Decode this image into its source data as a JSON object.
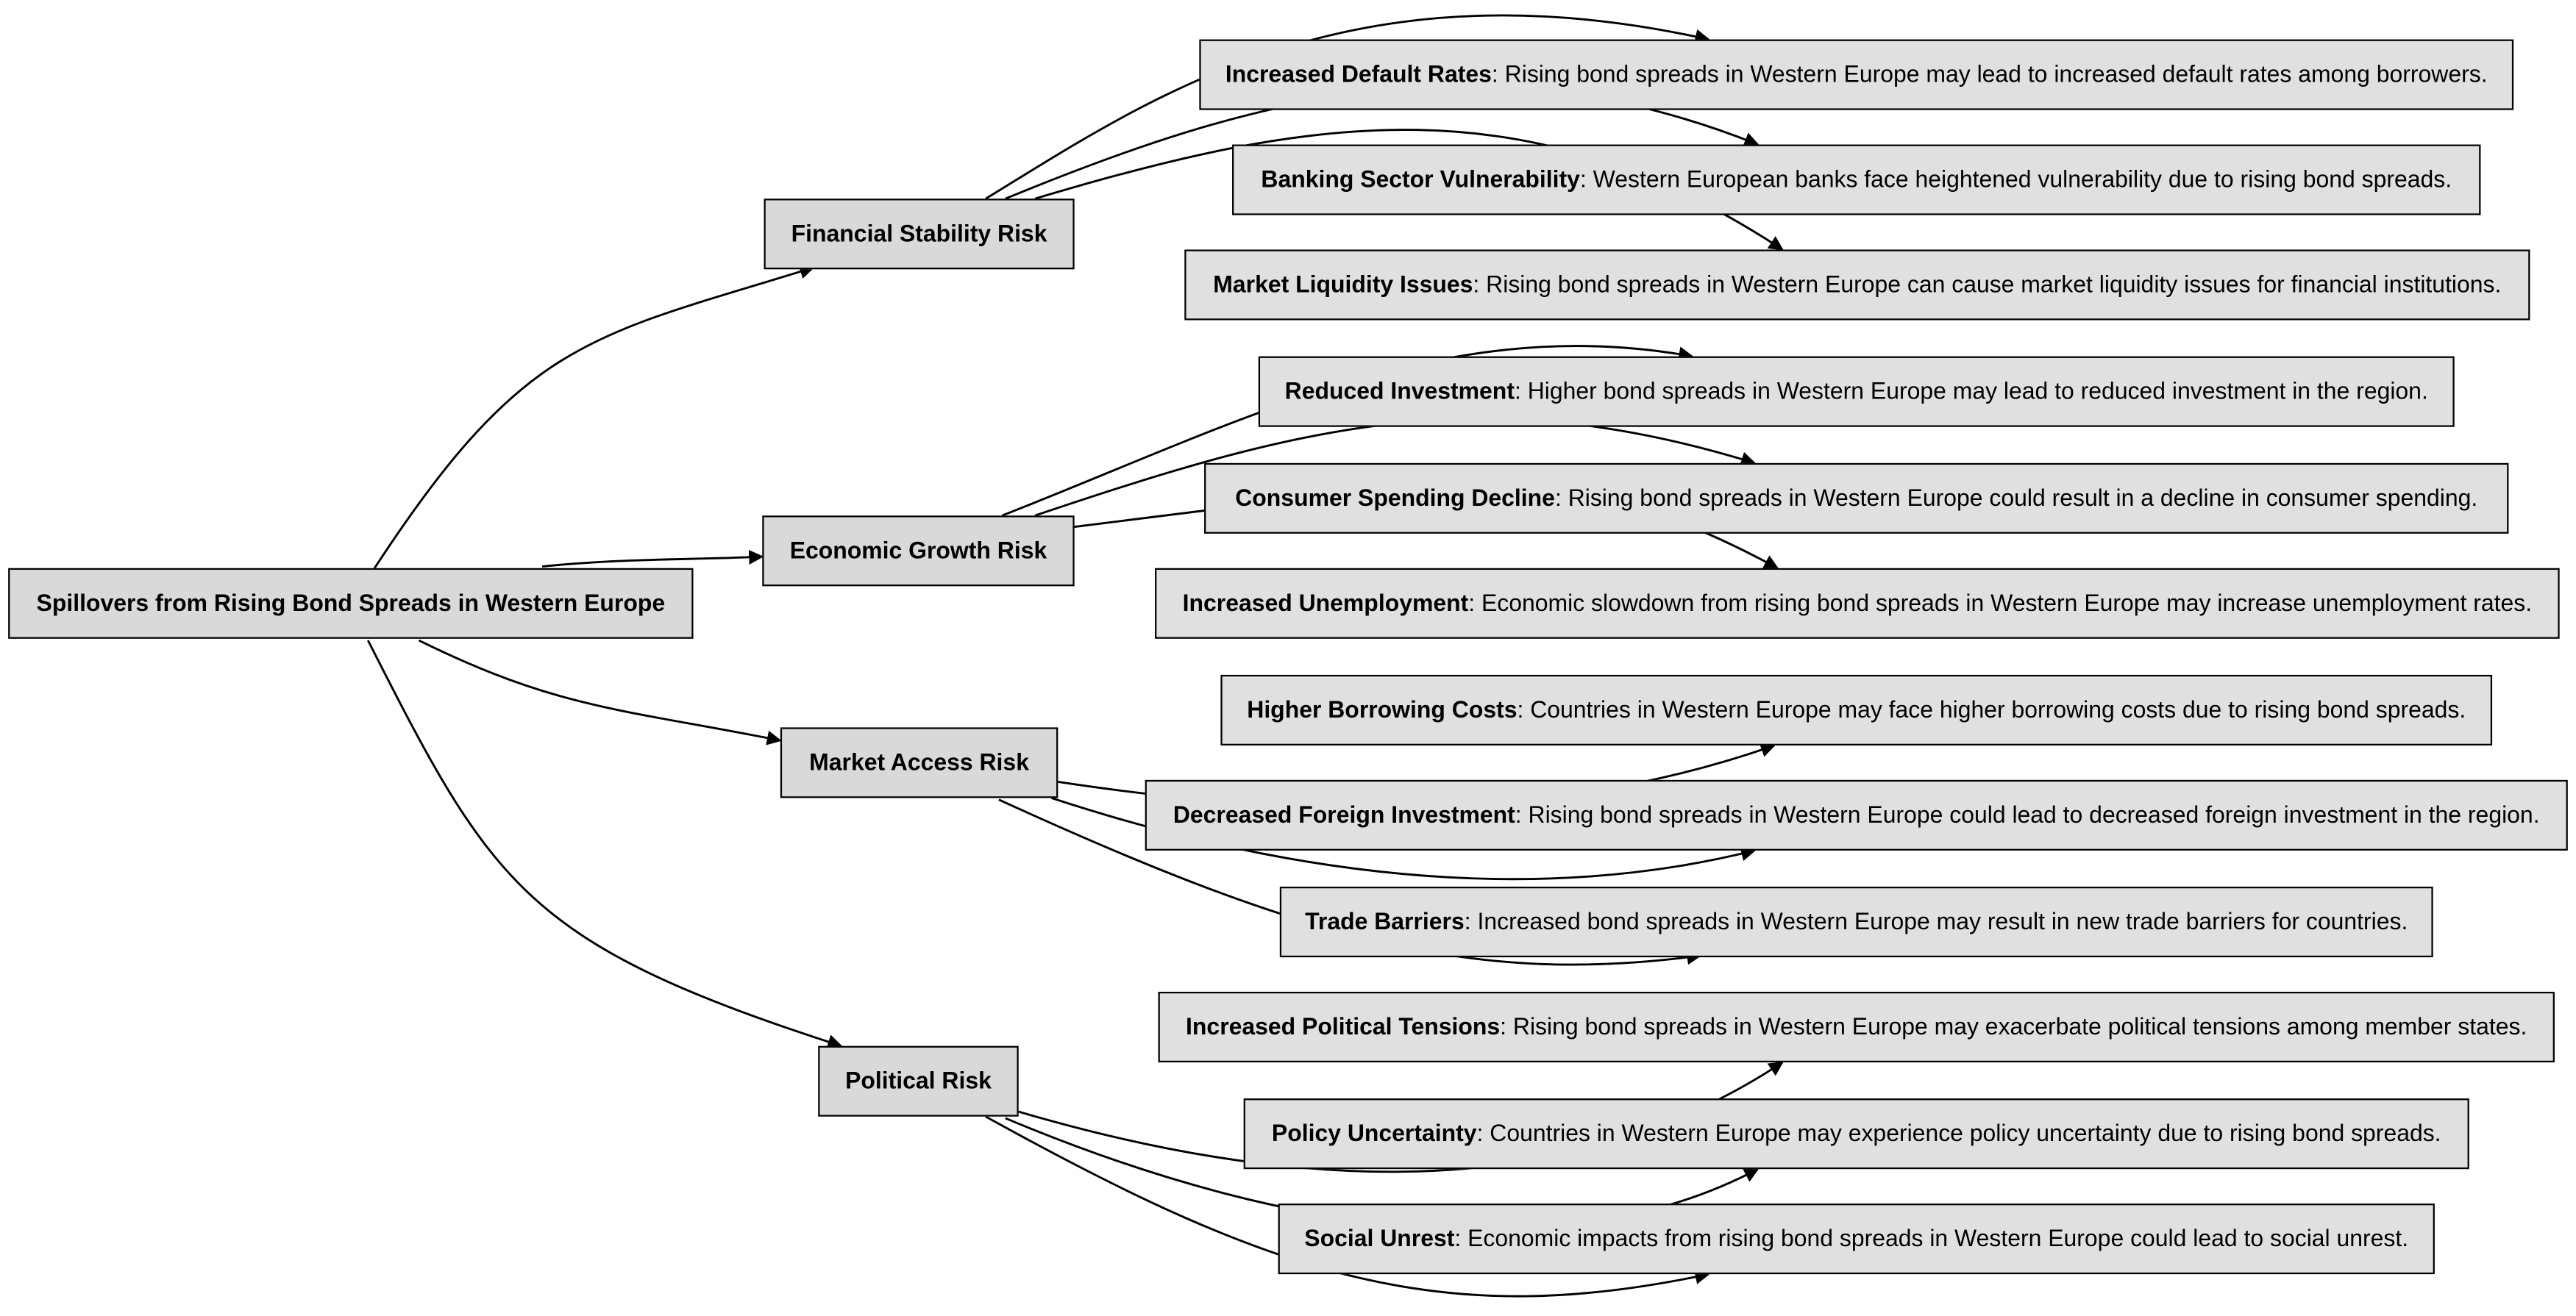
{
  "root": {
    "label": "Spillovers from Rising Bond Spreads in Western Europe"
  },
  "categories": [
    {
      "label": "Financial Stability Risk",
      "items": [
        {
          "name": "Increased Default Rates",
          "text": ": Rising bond spreads in Western Europe may lead to increased default rates among borrowers."
        },
        {
          "name": "Banking Sector Vulnerability",
          "text": ": Western European banks face heightened vulnerability due to rising bond spreads."
        },
        {
          "name": "Market Liquidity Issues",
          "text": ": Rising bond spreads in Western Europe can cause market liquidity issues for financial institutions."
        }
      ]
    },
    {
      "label": "Economic Growth Risk",
      "items": [
        {
          "name": "Reduced Investment",
          "text": ": Higher bond spreads in Western Europe may lead to reduced investment in the region."
        },
        {
          "name": "Consumer Spending Decline",
          "text": ": Rising bond spreads in Western Europe could result in a decline in consumer spending."
        },
        {
          "name": "Increased Unemployment",
          "text": ": Economic slowdown from rising bond spreads in Western Europe may increase unemployment rates."
        }
      ]
    },
    {
      "label": "Market Access Risk",
      "items": [
        {
          "name": "Higher Borrowing Costs",
          "text": ": Countries in Western Europe may face higher borrowing costs due to rising bond spreads."
        },
        {
          "name": "Decreased Foreign Investment",
          "text": ": Rising bond spreads in Western Europe could lead to decreased foreign investment in the region."
        },
        {
          "name": "Trade Barriers",
          "text": ": Increased bond spreads in Western Europe may result in new trade barriers for countries."
        }
      ]
    },
    {
      "label": "Political Risk",
      "items": [
        {
          "name": "Increased Political Tensions",
          "text": ": Rising bond spreads in Western Europe may exacerbate political tensions among member states."
        },
        {
          "name": "Policy Uncertainty",
          "text": ": Countries in Western Europe may experience policy uncertainty due to rising bond spreads."
        },
        {
          "name": "Social Unrest",
          "text": ": Economic impacts from rising bond spreads in Western Europe could lead to social unrest."
        }
      ]
    }
  ]
}
